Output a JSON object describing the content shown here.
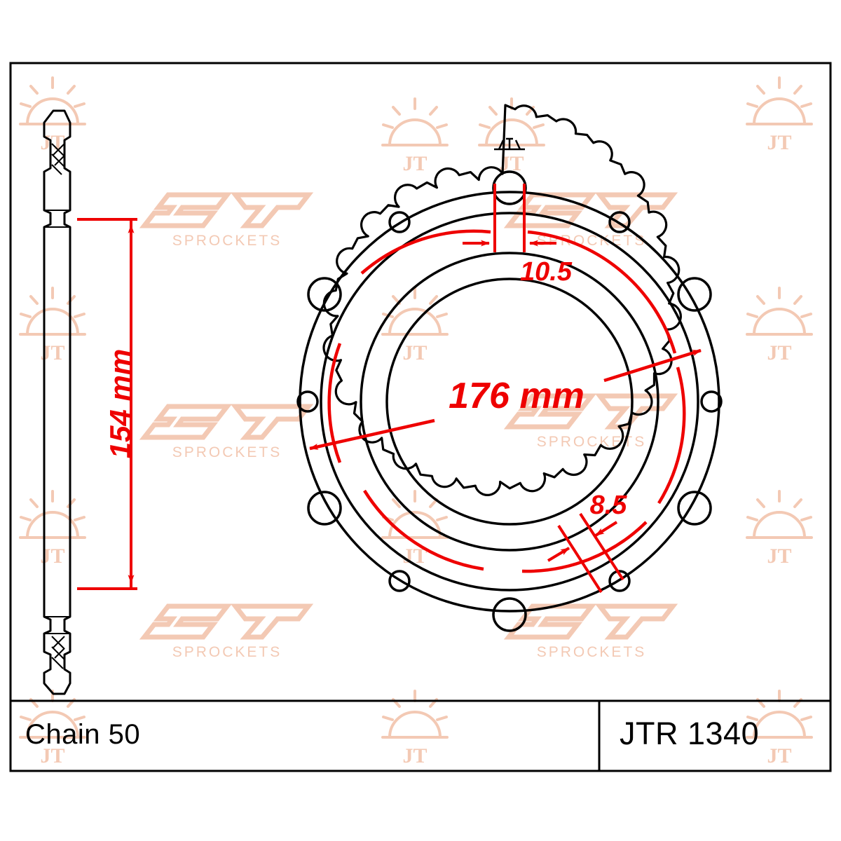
{
  "page": {
    "background_color": "#ffffff",
    "border_color": "#000000",
    "dimension_color": "#ee0000",
    "watermark_color": "#f3c9b4"
  },
  "footer": {
    "chain_label": "Chain 50",
    "part_number": "JTR 1340"
  },
  "dimensions": {
    "bolt_hole_diameter": "10.5",
    "pitch_circle_diameter": "176 mm",
    "center_bore_note": "8.5",
    "thickness_dimension": "154 mm"
  },
  "diagram": {
    "title": "Rear sprocket technical drawing",
    "views": [
      {
        "name": "side-profile-view",
        "description": "Thin edge-on cross-section of the sprocket showing the hub thickness"
      },
      {
        "name": "front-face-view",
        "description": "Face-on view of the sprocket showing teeth, bolt holes and center bore"
      }
    ],
    "teeth_count": 41,
    "bolt_hole_count": 6,
    "small_hole_count": 6,
    "watermark_text_primary": "JT",
    "watermark_text_secondary": "SPROCKETS"
  }
}
